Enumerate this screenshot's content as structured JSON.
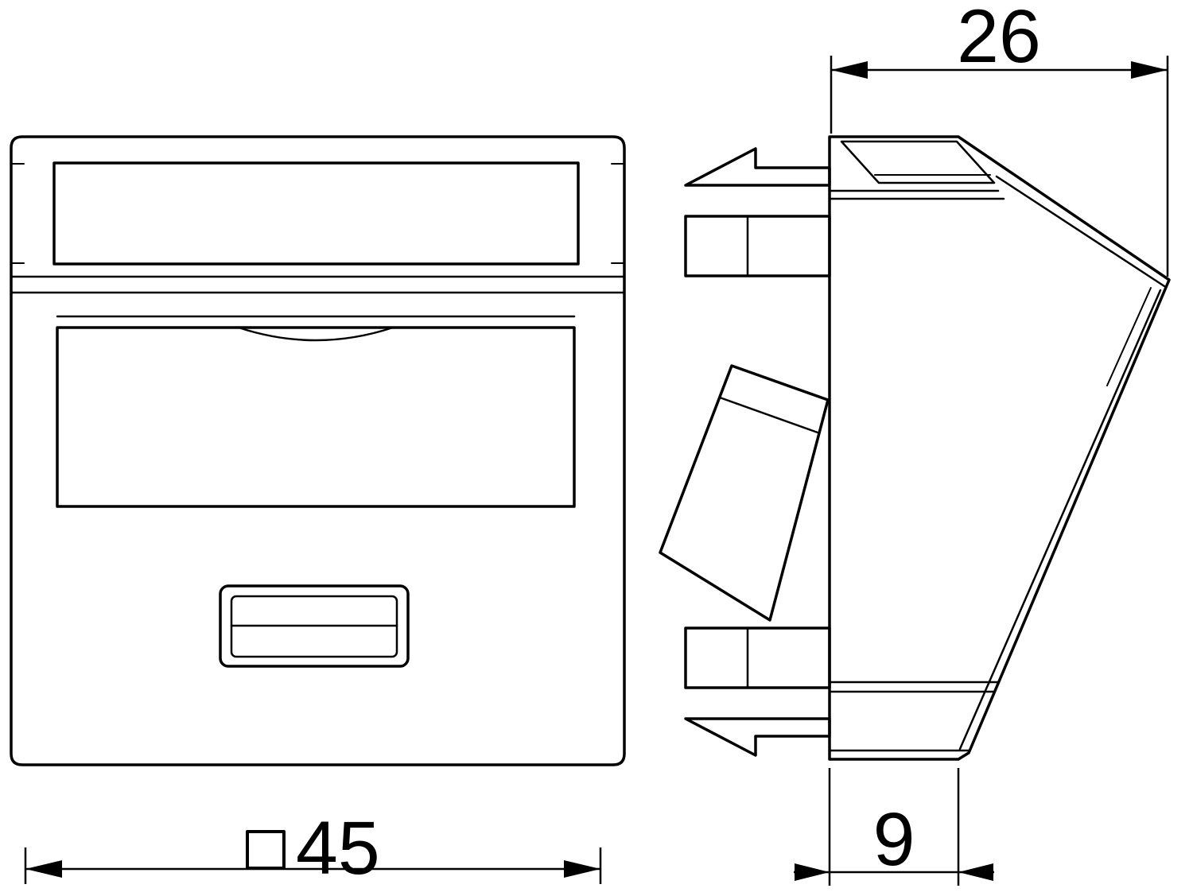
{
  "drawing": {
    "kind": "technical-dimension-drawing",
    "views": {
      "front": "front-view-of-square-outlet-cover",
      "side": "side-view-of-angled-outlet"
    }
  },
  "dimensions": {
    "front_width": "45",
    "front_width_symbol": "□",
    "top_depth": "26",
    "bottom_depth": "9"
  },
  "colors": {
    "line": "#000000",
    "background": "#ffffff"
  }
}
